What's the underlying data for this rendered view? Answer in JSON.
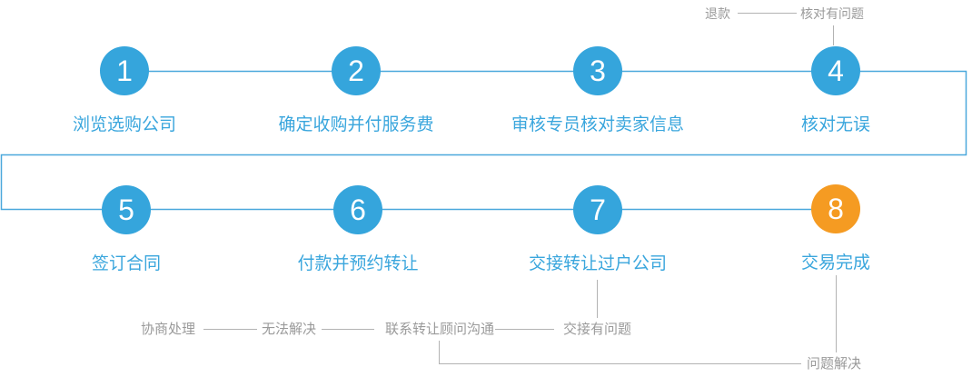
{
  "flowchart": {
    "steps": [
      {
        "num": "1",
        "label": "浏览选购公司"
      },
      {
        "num": "2",
        "label": "确定收购并付服务费"
      },
      {
        "num": "3",
        "label": "审核专员核对卖家信息"
      },
      {
        "num": "4",
        "label": "核对无误"
      },
      {
        "num": "5",
        "label": "签订合同"
      },
      {
        "num": "6",
        "label": "付款并预约转让"
      },
      {
        "num": "7",
        "label": "交接转让过户公司"
      },
      {
        "num": "8",
        "label": "交易完成"
      }
    ],
    "annotations": {
      "refund": "退款",
      "check_problem": "核对有问题",
      "negotiate": "协商处理",
      "unsolvable": "无法解决",
      "contact_advisor": "联系转让顾问沟通",
      "handover_problem": "交接有问题",
      "problem_solved": "问题解决"
    },
    "colors": {
      "step_blue": "#35a5dc",
      "step_orange": "#f59b22",
      "flow_line_blue": "#4aa8dc",
      "annotation_line_gray": "#b3b3b3",
      "annotation_text_gray": "#9a9a9a",
      "label_text_blue": "#3aa6dd"
    }
  }
}
